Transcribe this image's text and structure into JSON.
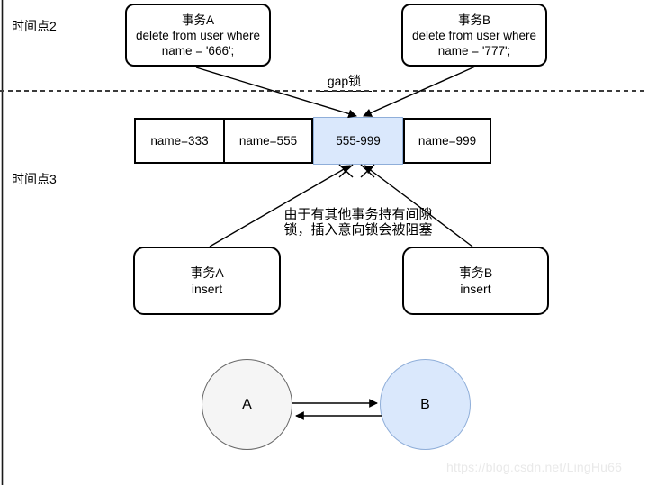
{
  "timeline": {
    "point2_label": "时间点2",
    "point3_label": "时间点3"
  },
  "separator": {
    "gap_lock_label": "gap锁"
  },
  "transactions": {
    "a_delete": {
      "title": "事务A",
      "sql_line1": "delete from user where",
      "sql_line2": "name = '666';"
    },
    "b_delete": {
      "title": "事务B",
      "sql_line1": "delete from user where",
      "sql_line2": "name = '777';"
    },
    "a_insert": {
      "title": "事务A",
      "action": "insert"
    },
    "b_insert": {
      "title": "事务B",
      "action": "insert"
    }
  },
  "index_record_row": {
    "cells": [
      "name=333",
      "name=555",
      "555-999",
      "name=999"
    ]
  },
  "block_note": {
    "line1": "由于有其他事务持有间隙",
    "line2": "锁，插入意向锁会被阻塞"
  },
  "wait_for_graph": {
    "node_a_label": "A",
    "node_b_label": "B"
  },
  "watermark_text": "https://blog.csdn.net/LingHu66",
  "colors": {
    "highlight_fill": "#dae8fc",
    "highlight_border": "#8faed9",
    "node_a_fill": "#f5f5f5",
    "node_a_border": "#666666",
    "watermark": "#e9e9e9"
  }
}
